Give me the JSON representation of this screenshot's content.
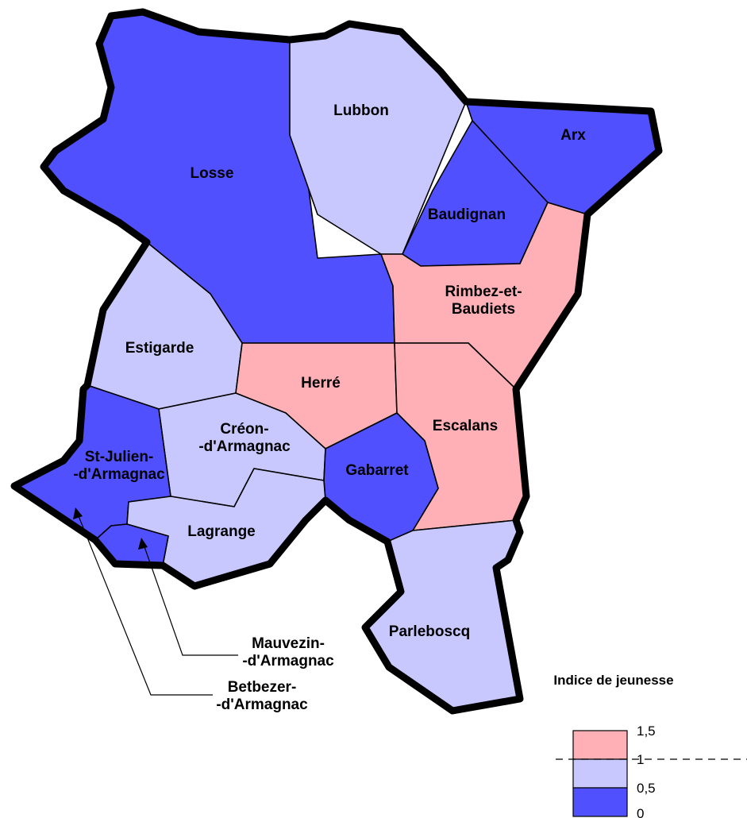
{
  "colors": {
    "above_1": "#ffb0b6",
    "between_05_1": "#c8c8ff",
    "below_05": "#5050ff",
    "border": "#000000"
  },
  "communes": [
    {
      "id": "losse",
      "lines": [
        "Losse"
      ],
      "class": "below_05"
    },
    {
      "id": "lubbon",
      "lines": [
        "Lubbon"
      ],
      "class": "between_05_1"
    },
    {
      "id": "arx",
      "lines": [
        "Arx"
      ],
      "class": "below_05"
    },
    {
      "id": "baudignan",
      "lines": [
        "Baudignan"
      ],
      "class": "below_05"
    },
    {
      "id": "rimbez",
      "lines": [
        "Rimbez-et-",
        "Baudiets"
      ],
      "class": "above_1"
    },
    {
      "id": "estigarde",
      "lines": [
        "Estigarde"
      ],
      "class": "between_05_1"
    },
    {
      "id": "herre",
      "lines": [
        "Herré"
      ],
      "class": "above_1"
    },
    {
      "id": "escalans",
      "lines": [
        "Escalans"
      ],
      "class": "above_1"
    },
    {
      "id": "creon",
      "lines": [
        "Créon-",
        "-d'Armagnac"
      ],
      "class": "between_05_1"
    },
    {
      "id": "gabarret",
      "lines": [
        "Gabarret"
      ],
      "class": "below_05"
    },
    {
      "id": "stjulien",
      "lines": [
        "St-Julien-",
        "-d'Armagnac"
      ],
      "class": "below_05"
    },
    {
      "id": "lagrange",
      "lines": [
        "Lagrange"
      ],
      "class": "between_05_1"
    },
    {
      "id": "parleboscq",
      "lines": [
        "Parleboscq"
      ],
      "class": "between_05_1"
    },
    {
      "id": "mauvezin",
      "lines": [
        "Mauvezin-",
        "-d'Armagnac"
      ],
      "class": "below_05"
    },
    {
      "id": "betbezer",
      "lines": [
        "Betbezer-",
        "-d'Armagnac"
      ],
      "class": "below_05"
    }
  ],
  "legend": {
    "title": "Indice de jeunesse",
    "ticks": [
      "1,5",
      "1",
      "0,5",
      "0"
    ]
  }
}
